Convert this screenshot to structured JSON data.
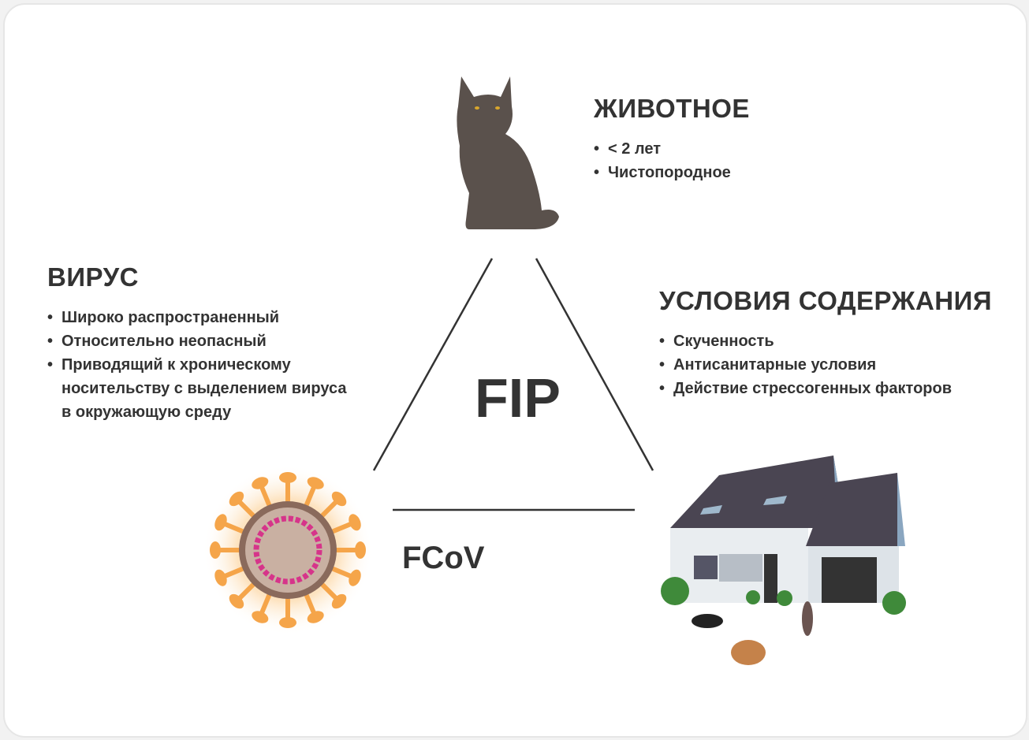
{
  "center_label": "FIP",
  "animal": {
    "title": "ЖИВОТНОЕ",
    "items": [
      "< 2 лет",
      "Чистопородное"
    ]
  },
  "virus": {
    "title": "ВИРУС",
    "items": [
      "Широко распространенный",
      "Относительно неопасный",
      "Приводящий к хроническому носительству с выделением вируса в окружающую среду"
    ],
    "agent_label": "FCoV"
  },
  "environment": {
    "title": "УСЛОВИЯ СОДЕРЖАНИЯ",
    "items": [
      "Скученность",
      "Антисанитарные условия",
      "Действие стрессогенных факторов"
    ]
  },
  "colors": {
    "text": "#333333",
    "cat": "#5a514c",
    "virus_spike": "#f5a54a",
    "virus_rna": "#d6348a",
    "roof": "#4a4552"
  }
}
